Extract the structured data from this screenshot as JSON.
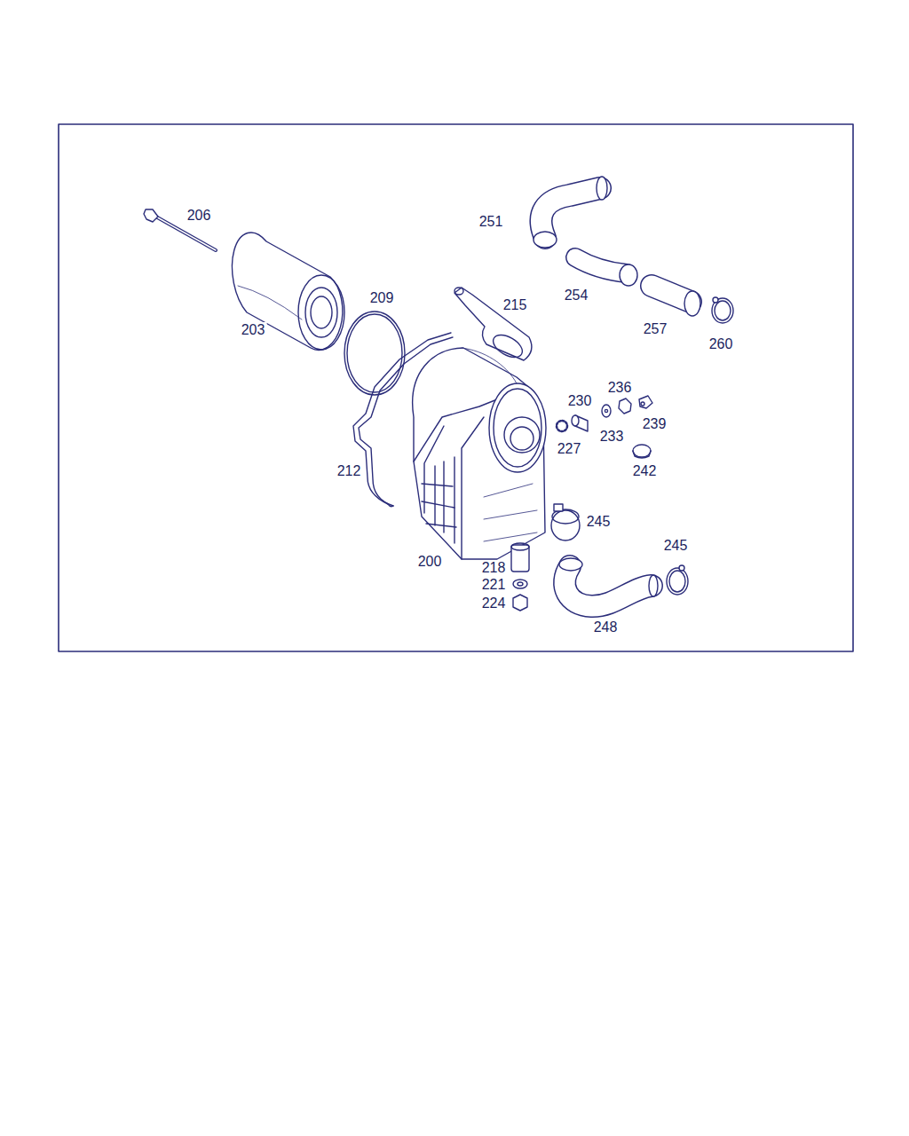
{
  "diagram": {
    "labels": [
      "206",
      "251",
      "254",
      "215",
      "209",
      "257",
      "203",
      "260",
      "236",
      "230",
      "239",
      "233",
      "227",
      "242",
      "212",
      "245",
      "245",
      "200",
      "218",
      "221",
      "224",
      "248"
    ]
  }
}
